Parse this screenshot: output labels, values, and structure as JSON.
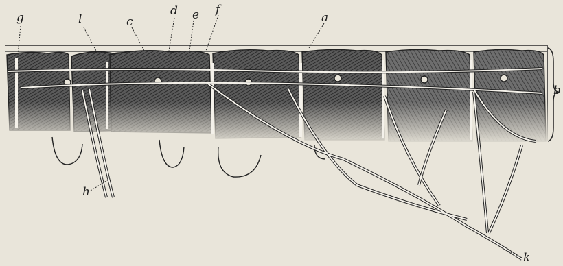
{
  "figure": {
    "labels": {
      "g": "g",
      "l": "l",
      "c": "c",
      "d": "d",
      "e": "e",
      "f": "f",
      "a": "a",
      "b": "b",
      "h": "h",
      "k": "k"
    },
    "colors": {
      "paper": "#e9e5da",
      "ink": "#2a2a2a",
      "segment_fill": "#4a4a4a",
      "nerve": "#f4f1ea"
    },
    "segment_count": 7
  }
}
